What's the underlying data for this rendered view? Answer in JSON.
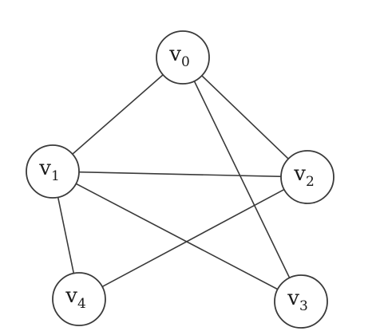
{
  "graph": {
    "nodes": [
      {
        "id": "v0",
        "letter": "v",
        "sub": "0"
      },
      {
        "id": "v1",
        "letter": "v",
        "sub": "1"
      },
      {
        "id": "v2",
        "letter": "v",
        "sub": "2"
      },
      {
        "id": "v3",
        "letter": "v",
        "sub": "3"
      },
      {
        "id": "v4",
        "letter": "v",
        "sub": "4"
      }
    ],
    "edges": [
      [
        "v0",
        "v1"
      ],
      [
        "v0",
        "v2"
      ],
      [
        "v0",
        "v3"
      ],
      [
        "v1",
        "v2"
      ],
      [
        "v1",
        "v3"
      ],
      [
        "v1",
        "v4"
      ],
      [
        "v2",
        "v4"
      ]
    ],
    "colors": {
      "stroke": "#3a3a3a",
      "node_fill": "#ffffff",
      "text": "#1a1a1a"
    }
  }
}
